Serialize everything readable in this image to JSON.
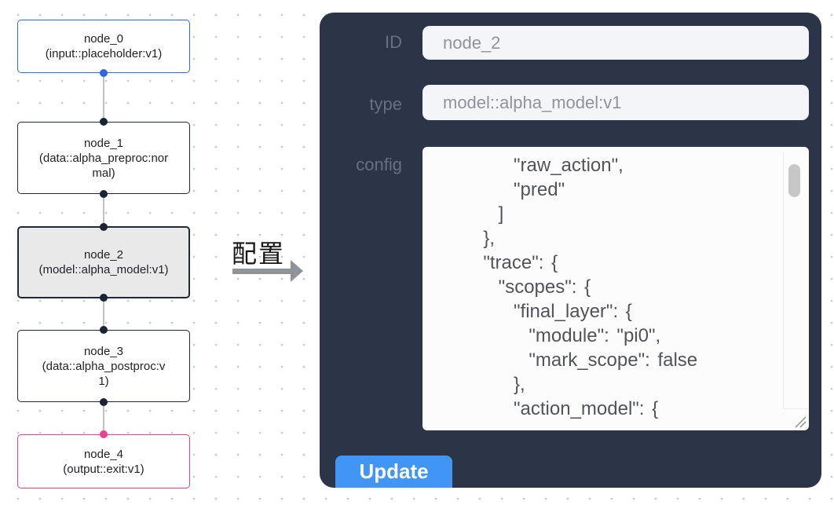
{
  "flow": {
    "nodes": [
      {
        "label": "node_0",
        "sublabel": "(input::placeholder:v1)"
      },
      {
        "label": "node_1",
        "sublabel": "(data::alpha_preproc:normal)"
      },
      {
        "label": "node_2",
        "sublabel": "(model::alpha_model:v1)"
      },
      {
        "label": "node_3",
        "sublabel": "(data::alpha_postproc:v1)"
      },
      {
        "label": "node_4",
        "sublabel": "(output::exit:v1)"
      }
    ]
  },
  "annotation": {
    "label": "配置"
  },
  "panel": {
    "id_label": "ID",
    "id_value": "node_2",
    "type_label": "type",
    "type_value": "model::alpha_model:v1",
    "config_label": "config",
    "config_lines": [
      "      \"raw_action\",",
      "      \"pred\"",
      "    ]",
      "  },",
      "  \"trace\": {",
      "    \"scopes\": {",
      "      \"final_layer\": {",
      "        \"module\": \"pi0\",",
      "        \"mark_scope\": false",
      "      },",
      "      \"action_model\": {"
    ],
    "update_label": "Update"
  },
  "colors": {
    "panel_bg": "#2b3547",
    "node_input_border": "#2d6ae0",
    "node_default_border": "#20283a",
    "node_selected_bg": "#e9e9e9",
    "node_output_border": "#ee3d92",
    "handle_dark": "#1b2435",
    "update_button_bg": "#4196f5",
    "arrow_gray": "#909499"
  }
}
